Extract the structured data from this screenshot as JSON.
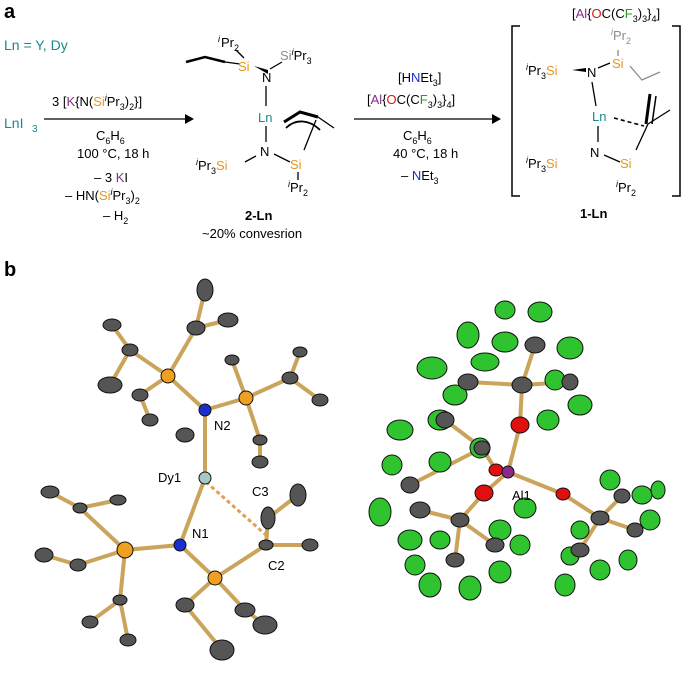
{
  "panel_a": {
    "label": "a",
    "ln_eq": "Ln = Y, Dy",
    "reactant": "LnI",
    "reactant_sub": "3",
    "step1": {
      "reagent_pre": "3 [",
      "reagent_k": "K",
      "reagent_mid": "{N(",
      "reagent_si": "Si",
      "reagent_ipr": "i",
      "reagent_post": "Pr",
      "reagent_sub3": "3",
      "reagent_close": ")",
      "reagent_sub2": "2",
      "reagent_end": "}]",
      "solvent": "C",
      "solvent_sub1": "6",
      "solvent_h": "H",
      "solvent_sub2": "6",
      "conditions": "100 °C, 18 h",
      "byproduct1_pre": "– 3 ",
      "byproduct1_k": "K",
      "byproduct1_i": "I",
      "byproduct2_pre": "– HN(",
      "byproduct2_si": "Si",
      "byproduct2_i": "i",
      "byproduct2_pr": "Pr",
      "byproduct2_sub3": "3",
      "byproduct2_close": ")",
      "byproduct2_sub2": "2",
      "byproduct3": "– H",
      "byproduct3_sub": "2"
    },
    "compound_2": {
      "label": "2-Ln",
      "yield": "~20% convesrion"
    },
    "step2": {
      "reagent1_pre": "[H",
      "reagent1_n": "N",
      "reagent1_post": "Et",
      "reagent1_sub": "3",
      "reagent1_close": "]",
      "reagent2_pre": "[",
      "reagent2_al": "Al",
      "reagent2_mid": "{",
      "reagent2_o": "O",
      "reagent2_c": "C(C",
      "reagent2_f": "F",
      "reagent2_sub3": "3",
      "reagent2_close": ")",
      "reagent2_sub3b": "3",
      "reagent2_end": "}",
      "reagent2_sub4": "4",
      "reagent2_final": "]",
      "solvent": "C",
      "solvent_sub1": "6",
      "solvent_h": "H",
      "solvent_sub2": "6",
      "conditions": "40 °C, 18 h",
      "byproduct_pre": "– ",
      "byproduct_n": "N",
      "byproduct_post": "Et",
      "byproduct_sub": "3"
    },
    "compound_1": {
      "label": "1-Ln"
    },
    "anion": {
      "pre": "[",
      "al": "Al",
      "mid": "{",
      "o": "O",
      "c": "C(C",
      "f": "F",
      "sub3": "3",
      "close": ")",
      "sub3b": "3",
      "end": "}",
      "sub4": "4",
      "final": "]"
    },
    "atoms": {
      "si": "Si",
      "n": "N",
      "ln": "Ln",
      "ipr_i": "i",
      "ipr_pr": "Pr",
      "pr2_sub": "2",
      "pr3_sub": "3"
    }
  },
  "panel_b": {
    "label": "b",
    "atom_labels": {
      "n2": "N2",
      "dy1": "Dy1",
      "c3": "C3",
      "n1": "N1",
      "c2": "C2",
      "al1": "Al1"
    }
  },
  "colors": {
    "teal": "#1a8a8a",
    "orange": "#e8951f",
    "purple": "#8a2a8a",
    "red": "#d01a1a",
    "green": "#2a9a2a",
    "gray": "#8c8c8c",
    "bond": "#c9a45a",
    "carbon": "#555555",
    "fluorine": "#2fc42f",
    "nitrogen": "#1a2fd0",
    "oxygen": "#e01010",
    "silicon": "#f0a020",
    "dysprosium": "#a8c8c8"
  }
}
